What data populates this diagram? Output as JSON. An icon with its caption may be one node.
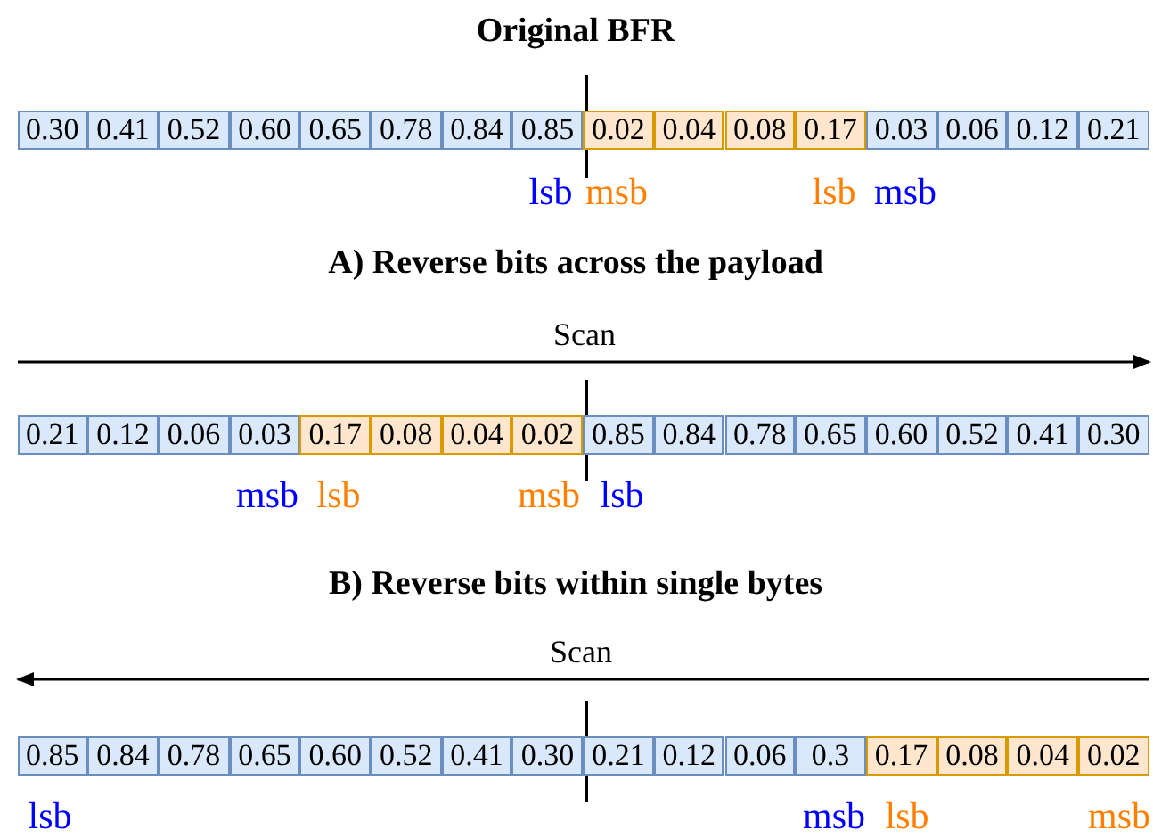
{
  "diagram": {
    "title": "Original BFR",
    "nodes": [
      {
        "text": [
          "0.30"
        ]
      },
      {
        "text": [
          "0.41"
        ]
      },
      {
        "text": [
          "0.52"
        ]
      },
      {
        "text": [
          "0.60"
        ]
      },
      {
        "text": [
          "0.65"
        ]
      },
      {
        "text": [
          "0.78"
        ]
      },
      {
        "text": [
          "0.84"
        ]
      },
      {
        "text": [
          "0.85"
        ]
      },
      {
        "text": [
          "0.02"
        ]
      },
      {
        "text": [
          "0.04"
        ]
      },
      {
        "text": [
          "0.08"
        ]
      },
      {
        "text": [
          "0.17"
        ]
      },
      {
        "text": [
          "0.03"
        ]
      },
      {
        "text": [
          "0.06"
        ]
      },
      {
        "text": [
          "0.12"
        ]
      },
      {
        "text": [
          "0.21"
        ]
      },
      {
        "text": [
          "0.21"
        ]
      },
      {
        "text": [
          "0.12"
        ]
      },
      {
        "text": [
          "0.06"
        ]
      },
      {
        "text": [
          "0.03"
        ]
      },
      {
        "text": [
          "0.17"
        ]
      },
      {
        "text": [
          "0.08"
        ]
      },
      {
        "text": [
          "0.04"
        ]
      },
      {
        "text": [
          "0.02"
        ]
      },
      {
        "text": [
          "0.85"
        ]
      },
      {
        "text": [
          "0.84"
        ]
      },
      {
        "text": [
          "0.78"
        ]
      },
      {
        "text": [
          "0.65"
        ]
      },
      {
        "text": [
          "0.60"
        ]
      },
      {
        "text": [
          "0.52"
        ]
      },
      {
        "text": [
          "0.41"
        ]
      },
      {
        "text": [
          "0.30"
        ]
      },
      {
        "text": [
          "0.85"
        ]
      },
      {
        "text": [
          "0.84"
        ]
      },
      {
        "text": [
          "0.78"
        ]
      },
      {
        "text": [
          "0.65"
        ]
      },
      {
        "text": [
          "0.60"
        ]
      },
      {
        "text": [
          "0.52"
        ]
      },
      {
        "text": [
          "0.41"
        ]
      },
      {
        "text": [
          "0.30"
        ]
      },
      {
        "text": [
          "0.21"
        ]
      },
      {
        "text": [
          "0.12"
        ]
      },
      {
        "text": [
          "0.06"
        ]
      },
      {
        "text": [
          "0.3"
        ]
      },
      {
        "text": [
          "0.17"
        ]
      },
      {
        "text": [
          "0.08"
        ]
      },
      {
        "text": [
          "0.04"
        ]
      },
      {
        "text": [
          "0.02"
        ]
      }
    ],
    "labels": [
      "lsb",
      "msb",
      "lsb",
      "msb",
      "A) Reverse bits across the payload",
      "Scan",
      "msb",
      "lsb",
      "msb",
      "lsb",
      "B) Reverse bits within single bytes",
      "Scan",
      "lsb",
      "msb",
      "lsb",
      "msb"
    ]
  }
}
